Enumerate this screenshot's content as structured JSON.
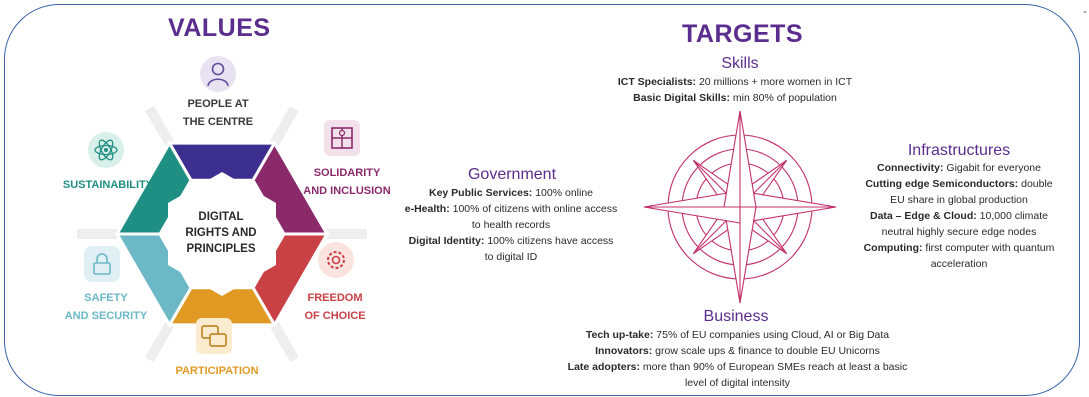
{
  "values": {
    "heading": "VALUES",
    "center": [
      "DIGITAL",
      "RIGHTS AND",
      "PRINCIPLES"
    ],
    "items": [
      {
        "line1": "PEOPLE AT",
        "line2": "THE CENTRE",
        "color": "#3d2f8f",
        "icon": "person-icon"
      },
      {
        "line1": "SOLIDARITY",
        "line2": "AND INCLUSION",
        "color": "#8a2a6b",
        "icon": "puzzle-icon"
      },
      {
        "line1": "FREEDOM",
        "line2": "OF CHOICE",
        "color": "#c94045",
        "icon": "gear-brain-icon"
      },
      {
        "line1": "PARTICIPATION",
        "line2": "",
        "color": "#e09a24",
        "icon": "chat-icon"
      },
      {
        "line1": "SAFETY",
        "line2": "AND SECURITY",
        "color": "#6cb8c7",
        "icon": "lock-icon"
      },
      {
        "line1": "SUSTAINABILITY",
        "line2": "",
        "color": "#1f8f83",
        "icon": "atom-icon"
      }
    ]
  },
  "targets": {
    "heading": "TARGETS",
    "skills": {
      "title": "Skills",
      "lines": [
        {
          "bold": "ICT Specialists:",
          "text": " 20 millions + more women in ICT"
        },
        {
          "bold": "Basic Digital Skills:",
          "text": " min 80% of population"
        }
      ]
    },
    "government": {
      "title": "Government",
      "lines": [
        {
          "bold": "Key Public Services:",
          "text": " 100% online"
        },
        {
          "bold": "e-Health:",
          "text": " 100% of citizens with online access"
        },
        {
          "bold": "",
          "text": "to health records"
        },
        {
          "bold": "Digital Identity:",
          "text": " 100% citizens have access"
        },
        {
          "bold": "",
          "text": "to digital ID"
        }
      ]
    },
    "infrastructures": {
      "title": "Infrastructures",
      "lines": [
        {
          "bold": "Connectivity:",
          "text": " Gigabit for everyone"
        },
        {
          "bold": "Cutting edge Semiconductors:",
          "text": " double"
        },
        {
          "bold": "",
          "text": "EU share in global production"
        },
        {
          "bold": "Data – Edge & Cloud:",
          "text": " 10,000 climate"
        },
        {
          "bold": "",
          "text": "neutral highly secure edge nodes"
        },
        {
          "bold": "Computing:",
          "text": " first computer with quantum"
        },
        {
          "bold": "",
          "text": "acceleration"
        }
      ]
    },
    "business": {
      "title": "Business",
      "lines": [
        {
          "bold": "Tech up-take:",
          "text": " 75% of EU companies using Cloud, AI or Big Data"
        },
        {
          "bold": "Innovators:",
          "text": " grow scale ups & finance to double EU Unicorns"
        },
        {
          "bold": "Late adopters:",
          "text": " more than 90% of European SMEs reach at least a basic"
        },
        {
          "bold": "",
          "text": "level of digital intensity"
        }
      ]
    },
    "compass_color": "#c2306a"
  }
}
